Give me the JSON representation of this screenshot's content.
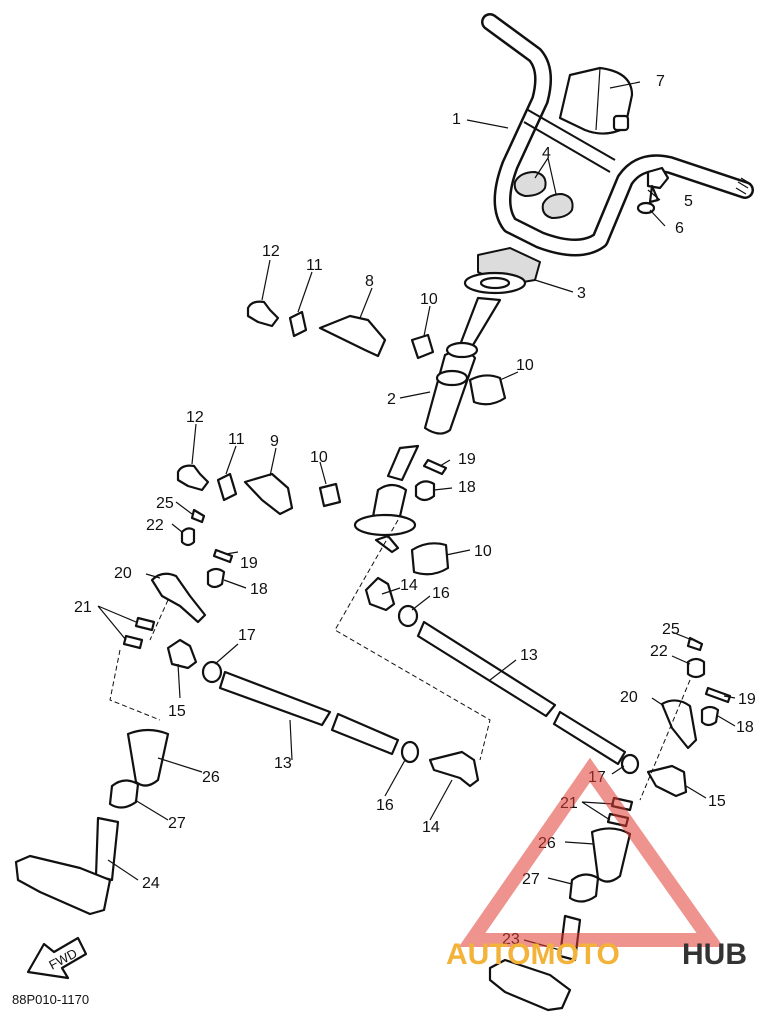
{
  "diagram": {
    "part_labels": {
      "p1": "1",
      "p2": "2",
      "p3": "3",
      "p4": "4",
      "p5": "5",
      "p6": "6",
      "p7": "7",
      "p8": "8",
      "p9": "9",
      "p10": "10",
      "p11": "11",
      "p12": "12",
      "p13": "13",
      "p14": "14",
      "p15": "15",
      "p16": "16",
      "p17": "17",
      "p18": "18",
      "p19": "19",
      "p20": "20",
      "p21": "21",
      "p22": "22",
      "p23": "23",
      "p24": "24",
      "p25": "25",
      "p26": "26",
      "p27": "27"
    },
    "fwd_label": "FWD",
    "drawing_code": "88P010-1170"
  },
  "watermark": {
    "brand_part1": "AUTOMOTO",
    "brand_part2": "HUB",
    "color_triangle": "#e03a32",
    "color_text_accent": "#f3b23a",
    "color_text_dark": "#333333"
  }
}
